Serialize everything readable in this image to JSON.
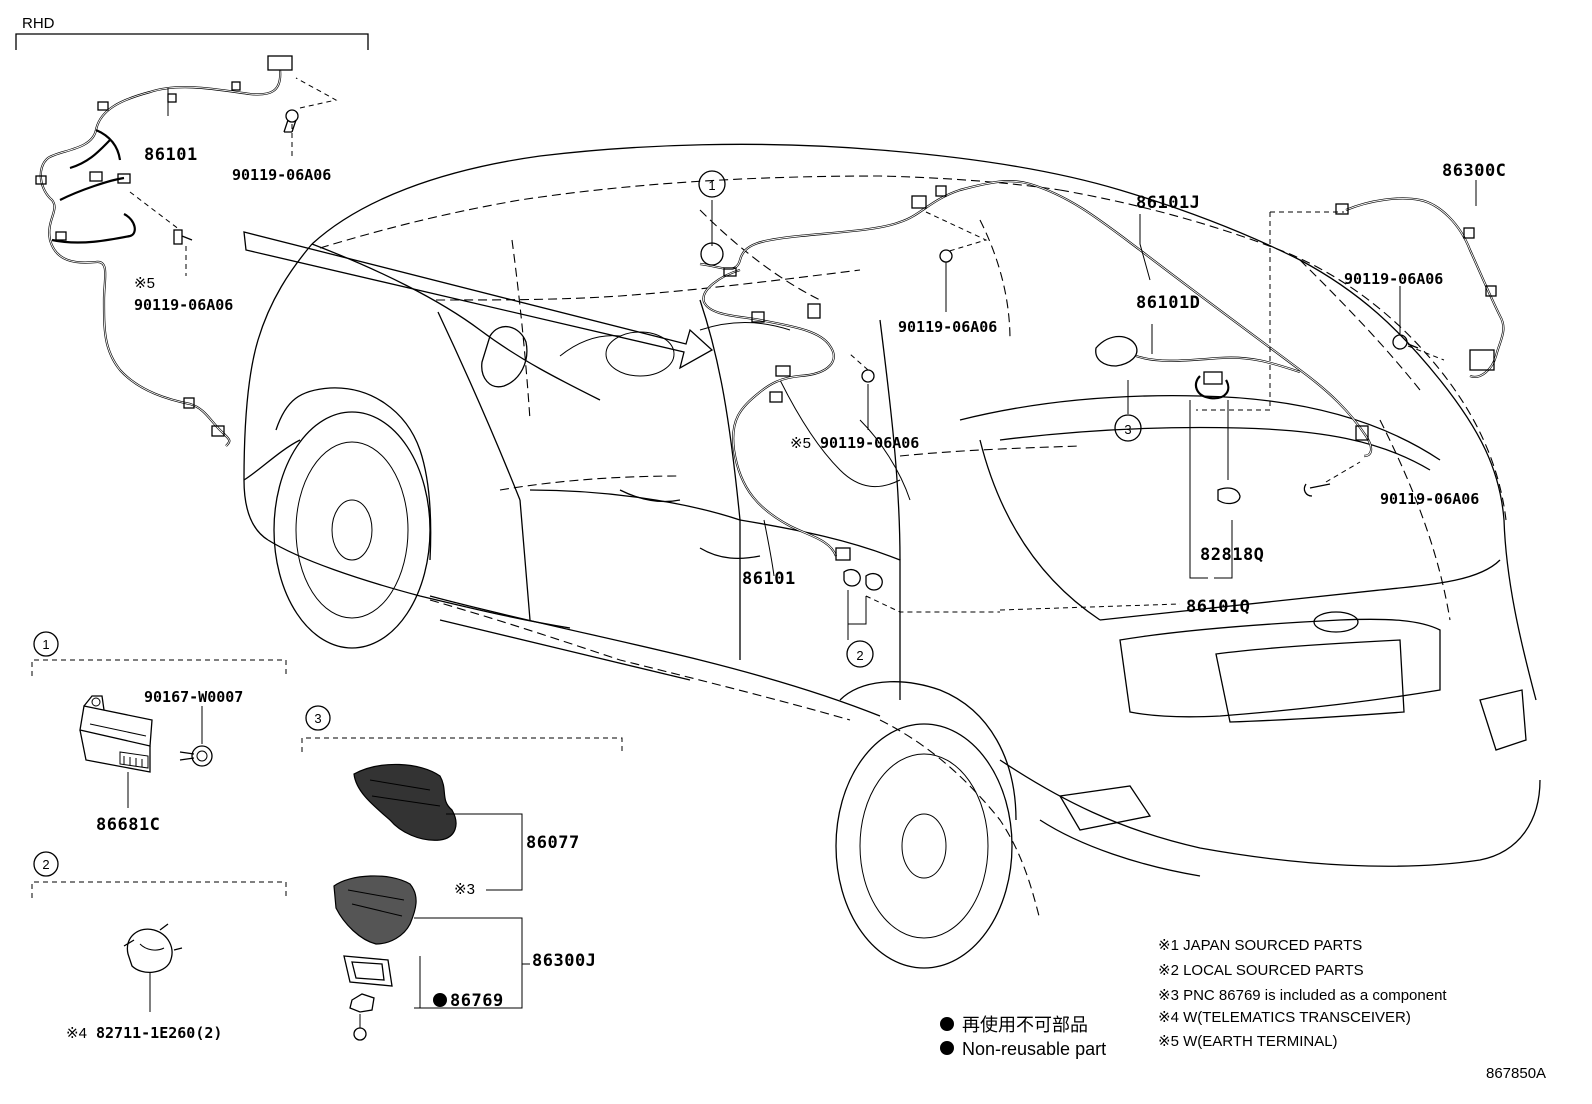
{
  "header": {
    "section_label": "RHD"
  },
  "callouts": {
    "c1": "1",
    "c2": "2",
    "c3": "3",
    "c1_inset": "1",
    "c2_inset": "2",
    "c3_inset": "3"
  },
  "parts": {
    "p86101_top": "86101",
    "p90119_top": "90119-06A06",
    "p90119_left_note": "※5",
    "p90119_left": "90119-06A06",
    "p90119_mid": "90119-06A06",
    "p90119_center_note": "※5",
    "p90119_center": "90119-06A06",
    "p86101_center": "86101",
    "p86101J": "86101J",
    "p86101D": "86101D",
    "p86300C": "86300C",
    "p90119_right_upper": "90119-06A06",
    "p90119_right_lower": "90119-06A06",
    "p82818Q": "82818Q",
    "p86101Q": "86101Q"
  },
  "insets": {
    "inset1": {
      "screw": "90167-W0007",
      "module": "86681C"
    },
    "inset2": {
      "note": "※4",
      "part": "82711-1E260(2)"
    },
    "inset3": {
      "antenna": "86077",
      "antenna_note": "※3",
      "base": "86300J",
      "gasket": "86769"
    }
  },
  "legend": {
    "non_reusable_jp": "再使用不可部品",
    "non_reusable_en": "Non-reusable part"
  },
  "notes": [
    "※1 JAPAN SOURCED PARTS",
    "※2 LOCAL SOURCED PARTS",
    "※3 PNC 86769 is included as a component",
    "※4 W(TELEMATICS TRANSCEIVER)",
    "※5 W(EARTH TERMINAL)"
  ],
  "figure_ref": "867850A"
}
